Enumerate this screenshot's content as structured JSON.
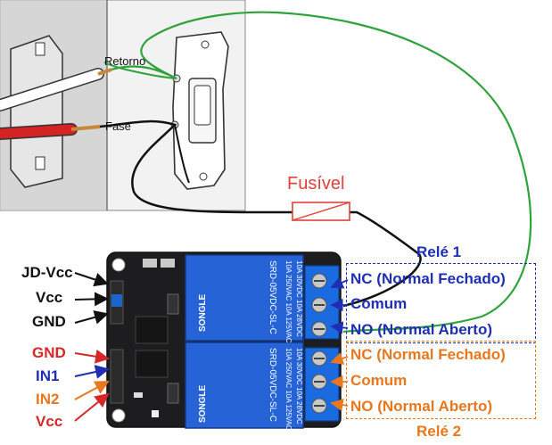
{
  "wall_labels": {
    "retorno": "Retorno",
    "fase": "Fase"
  },
  "fuse_label": "Fusível",
  "left_pins": {
    "jd_vcc": "JD-Vcc",
    "vcc_top": "Vcc",
    "gnd_top": "GND",
    "gnd": "GND",
    "in1": "IN1",
    "in2": "IN2",
    "vcc_bottom": "Vcc"
  },
  "relay1": {
    "title": "Relé 1",
    "nc": "NC (Normal Fechado)",
    "common": "Comum",
    "no": "NO (Normal Aberto)"
  },
  "relay2": {
    "title": "Relé 2",
    "nc": "NC (Normal Fechado)",
    "common": "Comum",
    "no": "NO (Normal Aberto)"
  },
  "board_text": {
    "relay_model": "SRD-05VDC-SL-C",
    "relay_brand": "SONGLE",
    "rating_1": "10A 250VAC 10A 125VAC",
    "rating_2": "10A 30VDC 10A 28VDC"
  },
  "colors": {
    "relay1": "#1e2fb4",
    "relay2": "#e8771d",
    "wire_green": "#2fa33a",
    "fuse": "#e0413a",
    "arrow_black": "#111111",
    "arrow_red": "#d62828",
    "arrow_blue": "#1e2fb4",
    "arrow_orange": "#e8771d",
    "terminal_blue": "#1664d9"
  }
}
